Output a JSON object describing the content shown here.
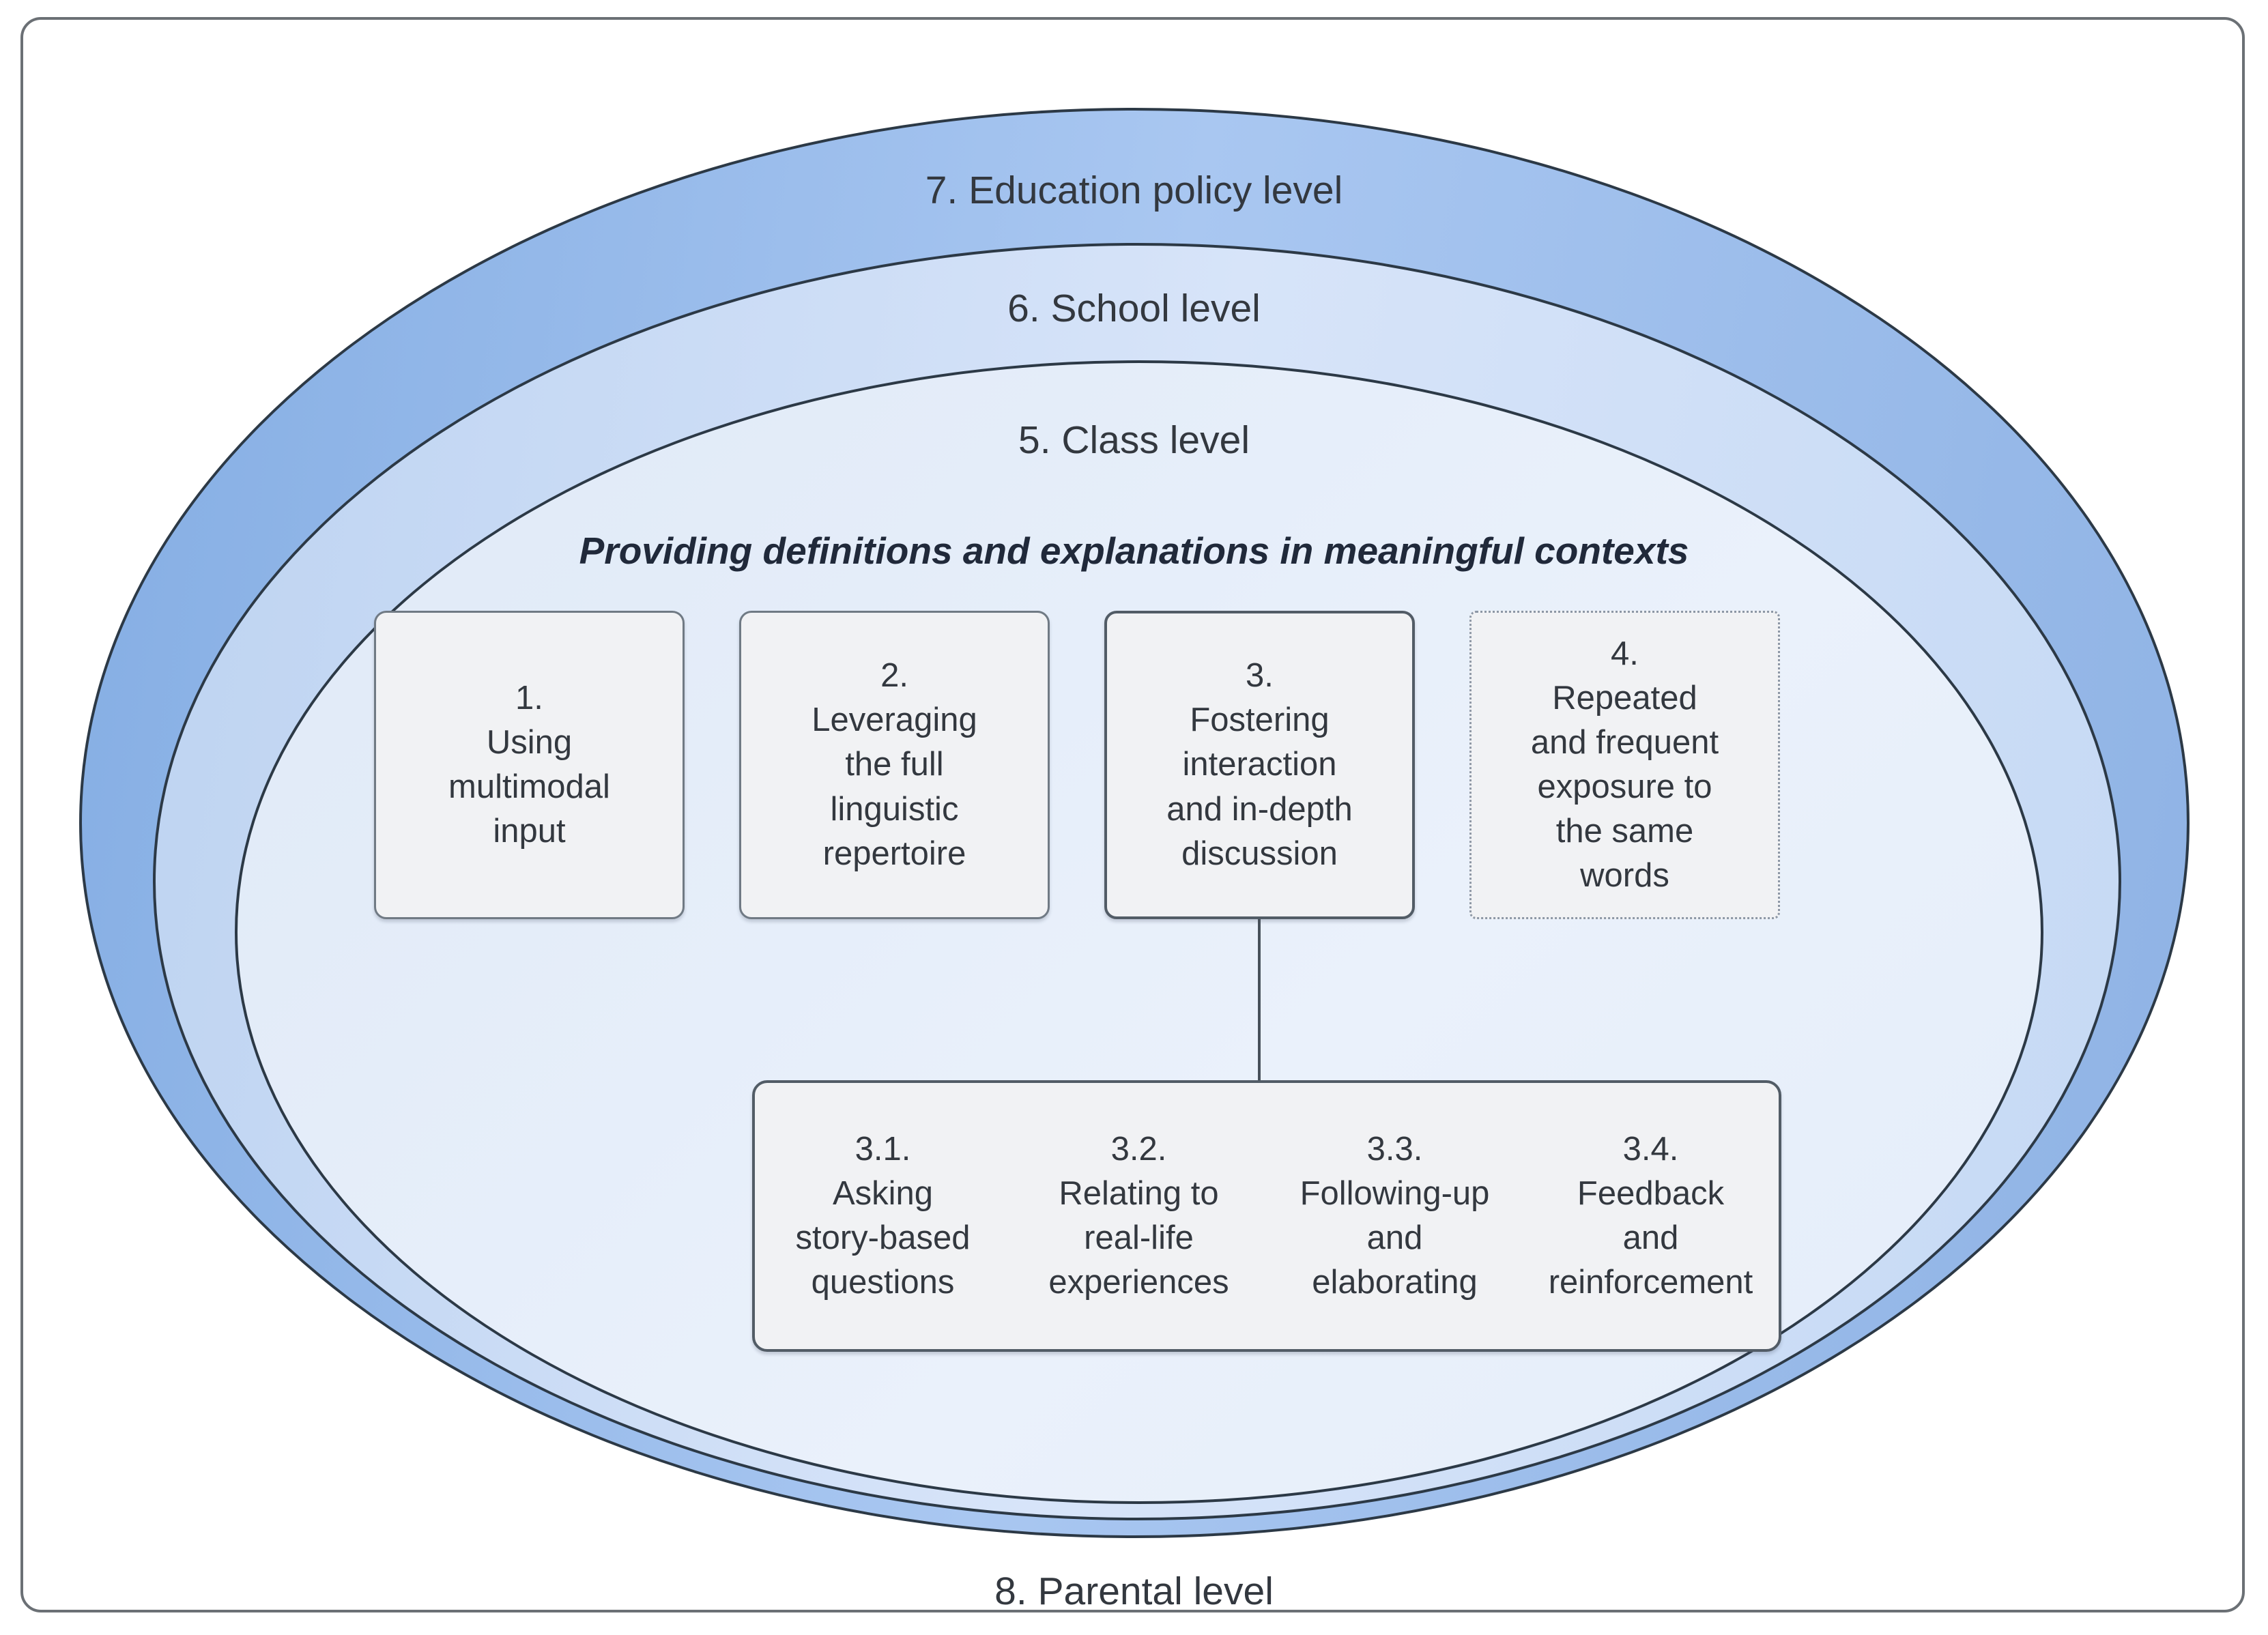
{
  "levels": {
    "policy": "7. Education policy level",
    "school": "6. School level",
    "class": "5. Class level",
    "parental": "8. Parental level"
  },
  "class_level": {
    "heading": "Providing definitions and explanations in meaningful contexts",
    "strategies": [
      {
        "number": "1",
        "text": "1.\nUsing\nmultimodal\ninput",
        "border_style": "solid"
      },
      {
        "number": "2",
        "text": "2.\nLeveraging\nthe full\nlinguistic\nrepertoire",
        "border_style": "solid"
      },
      {
        "number": "3",
        "text": "3.\nFostering\ninteraction\nand in-depth\ndiscussion",
        "border_style": "solid"
      },
      {
        "number": "4",
        "text": "4.\nRepeated\nand frequent\nexposure to\nthe same\nwords",
        "border_style": "dotted"
      }
    ],
    "substrategies": [
      {
        "number": "3.1",
        "text": "3.1.\nAsking\nstory-based\nquestions"
      },
      {
        "number": "3.2",
        "text": "3.2.\nRelating to\nreal-life\nexperiences"
      },
      {
        "number": "3.3",
        "text": "3.3.\nFollowing-up\nand\nelaborating"
      },
      {
        "number": "3.4",
        "text": "3.4.\nFeedback\nand\nreinforcement"
      }
    ]
  },
  "colors": {
    "ring7_a": "#84ade3",
    "ring7_b": "#a9c7f1",
    "ring7_c": "#8eb2e4",
    "ring6_a": "#bdd3f1",
    "ring6_b": "#d7e4f9",
    "ring6_c": "#c5d9f4",
    "ring5_a": "#dfe9f7",
    "ring5_b": "#eaf1fb",
    "ring5_c": "#e4edf9",
    "ellipse_stroke": "#2c3946",
    "frame_stroke": "#6b7075",
    "box_fill": "#f1f2f4",
    "box_stroke": "#707a84",
    "box3_stroke": "#525c66",
    "dotted_stroke": "#8d97a5",
    "connector": "#47505a",
    "text": "#33383f",
    "heading_text": "#20293a"
  }
}
